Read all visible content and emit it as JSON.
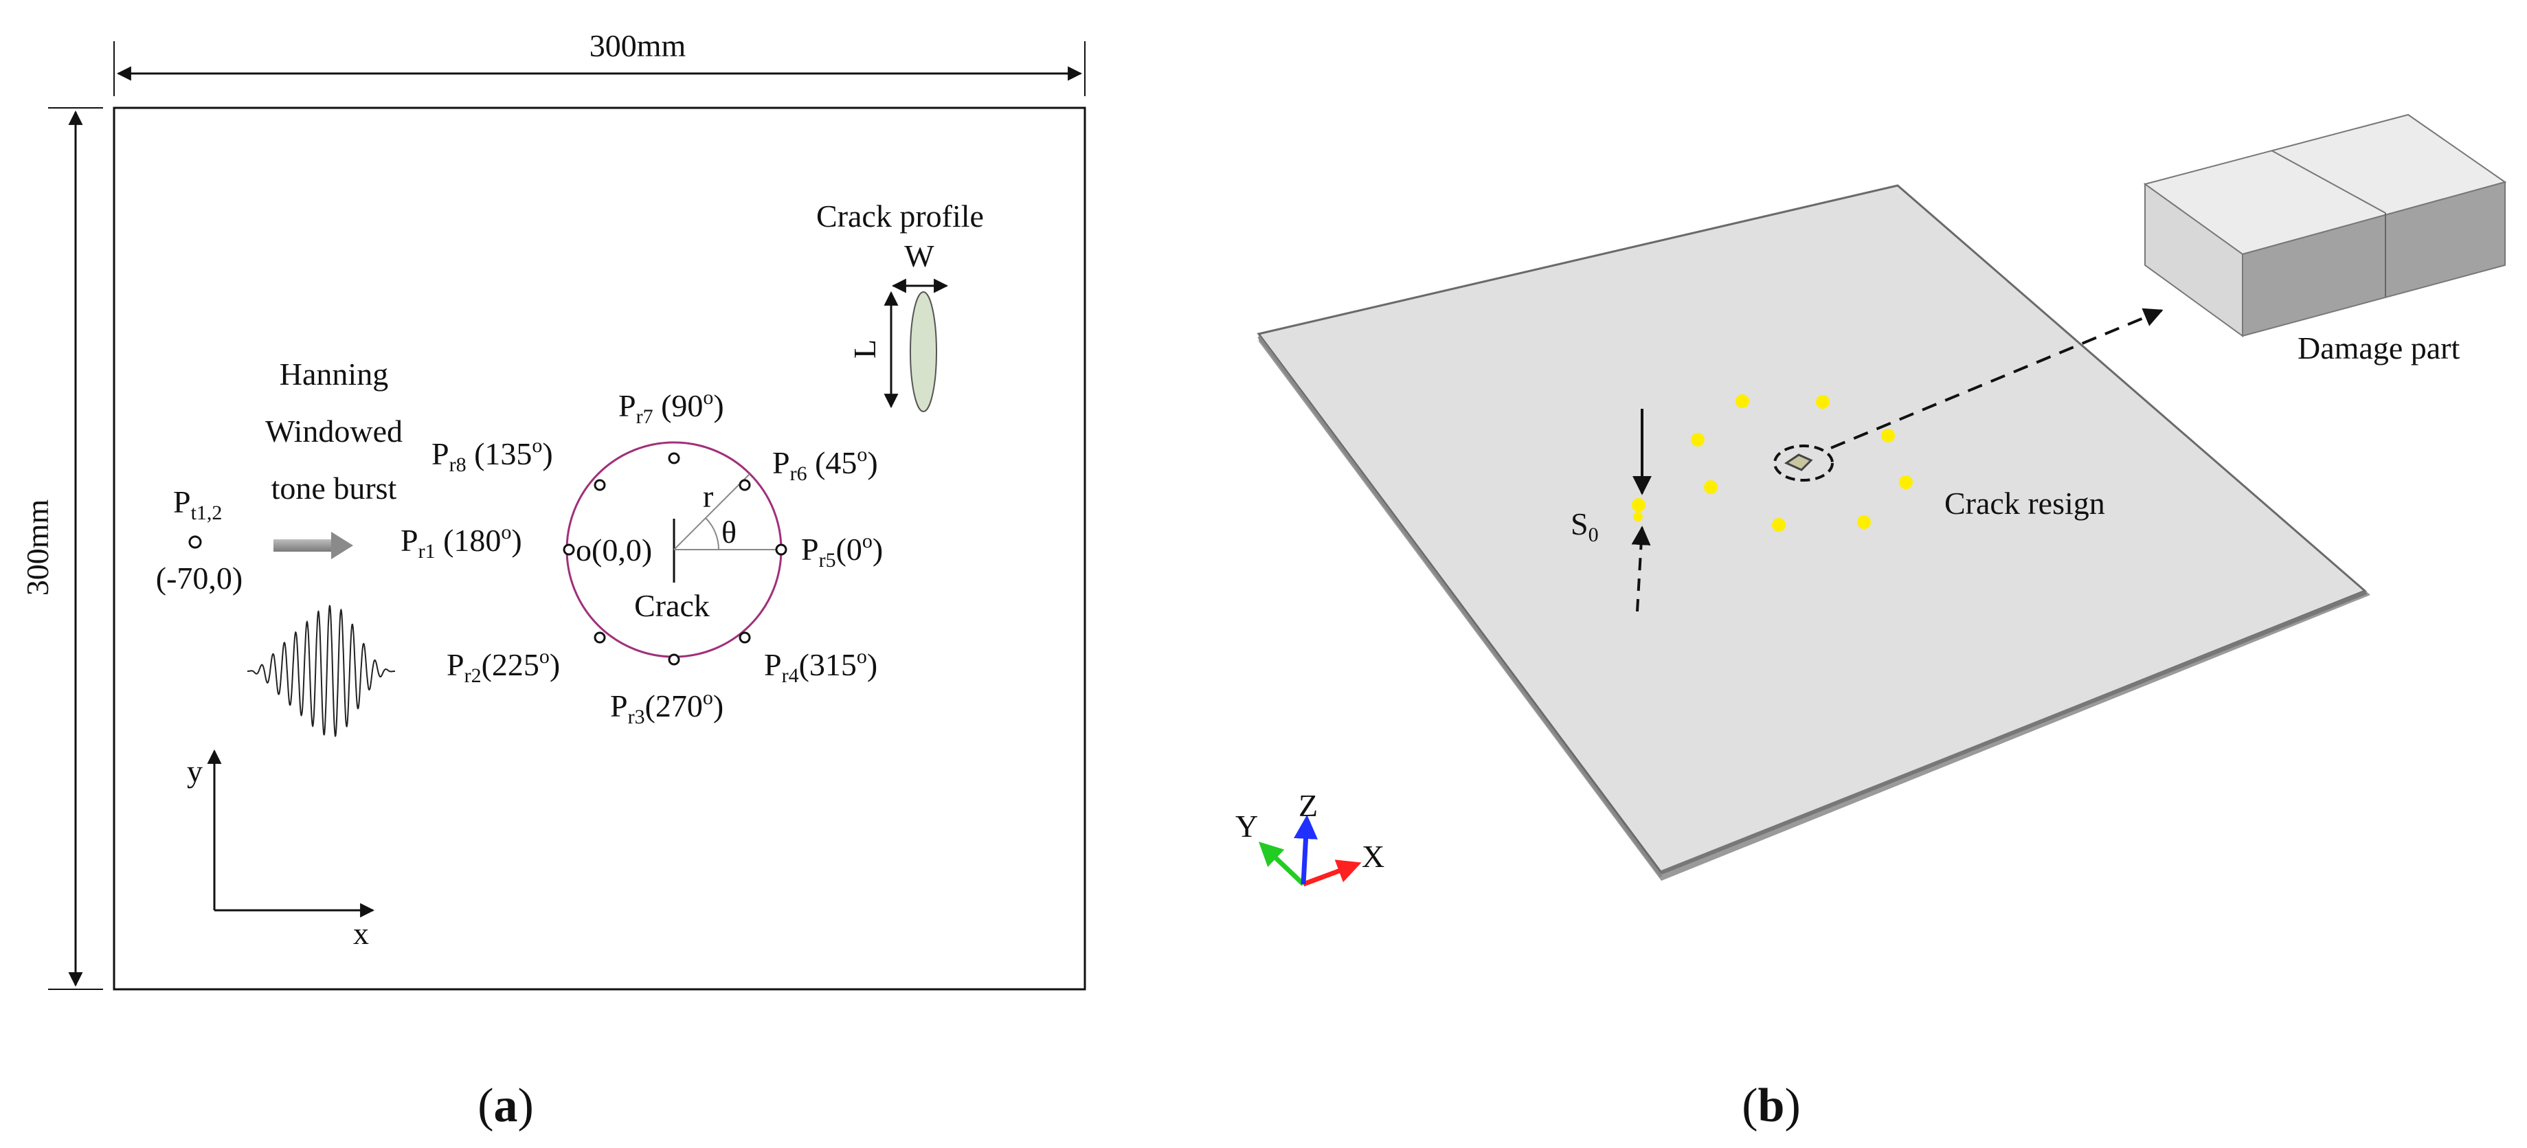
{
  "panel_a": {
    "label_open": "(",
    "label_letter": "a",
    "label_close": ")",
    "width_dim": "300mm",
    "height_dim": "300mm",
    "crack_profile": "Crack profile",
    "crack_w": "W",
    "crack_l": "L",
    "excitation_line1": "Hanning",
    "excitation_line2": "Windowed",
    "excitation_line3": "tone burst",
    "transducer": {
      "main": "P",
      "sub": "t1,2",
      "coord": "(-70,0)"
    },
    "origin": "o(0,0)",
    "crack": "Crack",
    "radius": "r",
    "theta": "θ",
    "axis_x": "x",
    "axis_y": "y",
    "receivers": [
      {
        "sub": "r7",
        "angle": " (90",
        "deg": "o",
        "close": ")"
      },
      {
        "sub": "r8",
        "angle": " (135",
        "deg": "o",
        "close": ")"
      },
      {
        "sub": "r6",
        "angle": " (45",
        "deg": "o",
        "close": ")"
      },
      {
        "sub": "r1",
        "angle": " (180",
        "deg": "o",
        "close": ")"
      },
      {
        "sub": "r5",
        "angle": "(0",
        "deg": "o",
        "close": ")"
      },
      {
        "sub": "r2",
        "angle": "(225",
        "deg": "o",
        "close": ")"
      },
      {
        "sub": "r4",
        "angle": "(315",
        "deg": "o",
        "close": ")"
      },
      {
        "sub": "r3",
        "angle": "(270",
        "deg": "o",
        "close": ")"
      }
    ]
  },
  "panel_b": {
    "label_open": "(",
    "label_letter": "b",
    "label_close": ")",
    "damage_part": "Damage part",
    "crack_region": "Crack resign",
    "source": {
      "main": "S",
      "sub": "0"
    },
    "triad": {
      "x": "X",
      "y": "Y",
      "z": "Z"
    }
  },
  "colors": {
    "circle": "#a0307a",
    "plate": "#e0e0e0",
    "sensor": "#ffee00",
    "crack_ellipse": "#d7e2cc",
    "axis_x": "#ff2020",
    "axis_y": "#22cc22",
    "axis_z": "#2030ff"
  }
}
